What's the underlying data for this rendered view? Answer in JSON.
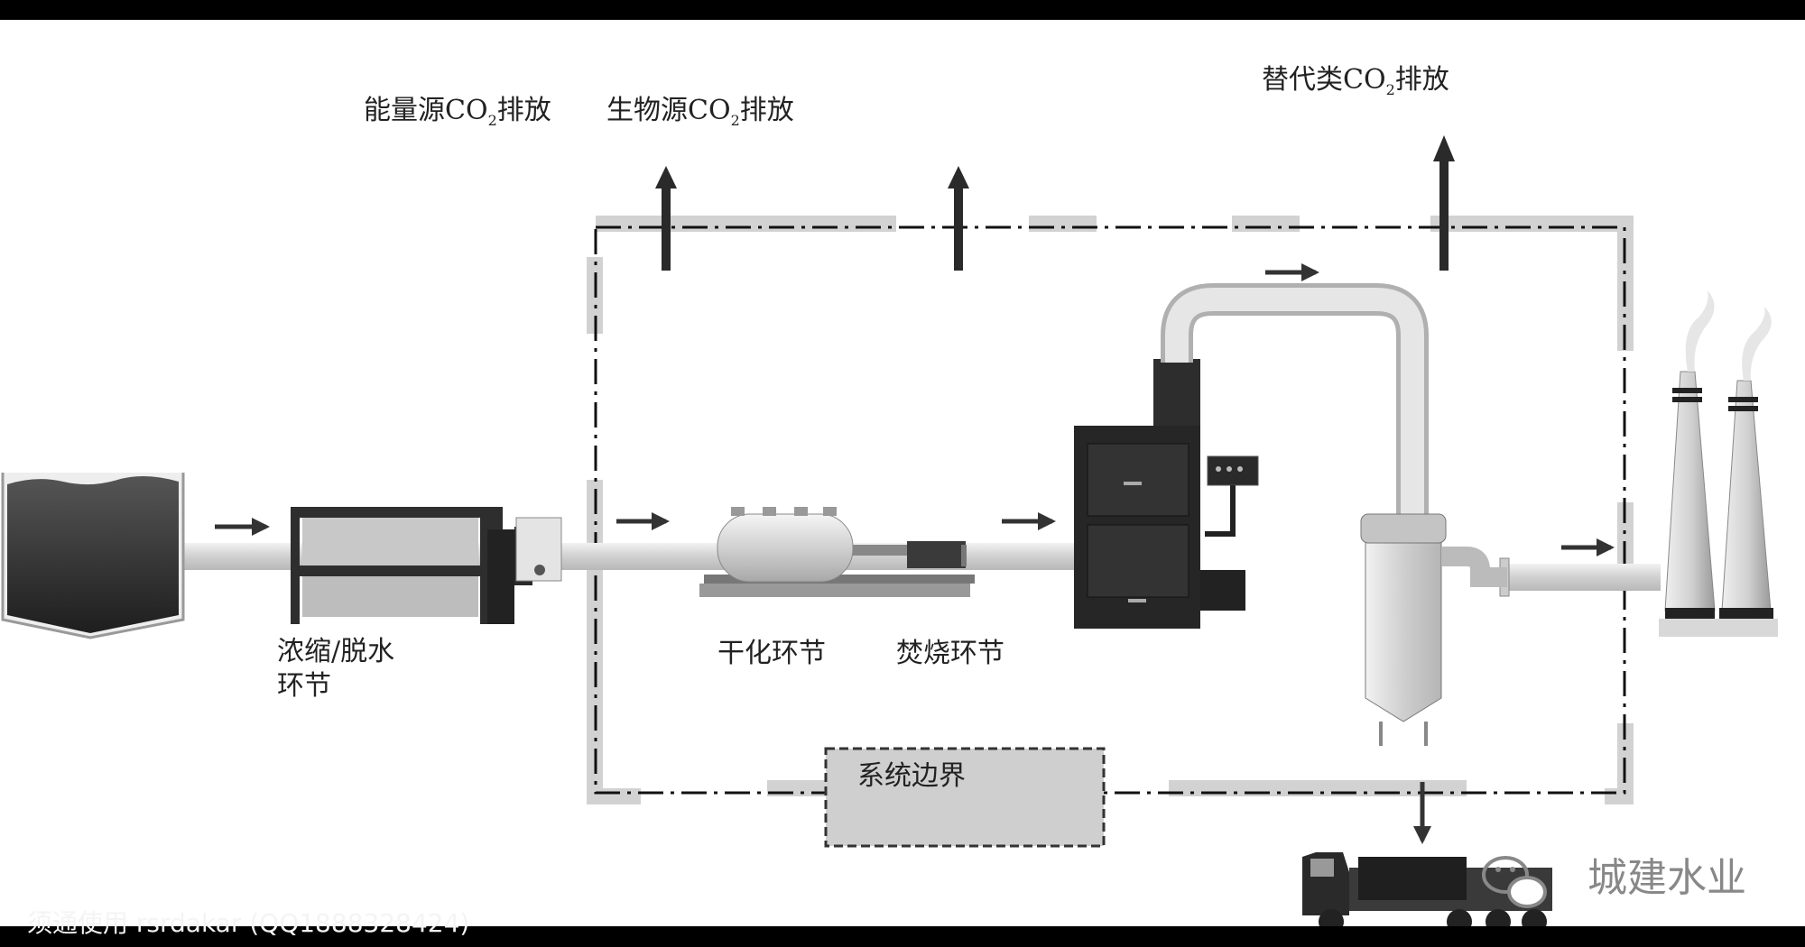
{
  "labels": {
    "energy_co2": {
      "pre": "能量源CO",
      "sub": "2",
      "post": "排放"
    },
    "bio_co2": {
      "pre": "生物源CO",
      "sub": "2",
      "post": "排放"
    },
    "subst_co2": {
      "pre": "替代类CO",
      "sub": "2",
      "post": "排放"
    },
    "thicken_line1": "浓缩/脱水",
    "thicken_line2": "环节",
    "drying": "干化环节",
    "incineration": "焚烧环节",
    "boundary": "系统边界"
  },
  "watermark": {
    "text": "城建水业",
    "icon": "wechat-icon"
  },
  "caption": "须通使用 rsrdakar (QQ1888328424)",
  "colors": {
    "boundary_band": "#d2d2d2",
    "pipe": "#d8d8d8",
    "dark": "#222222",
    "arrow": "#333333"
  }
}
